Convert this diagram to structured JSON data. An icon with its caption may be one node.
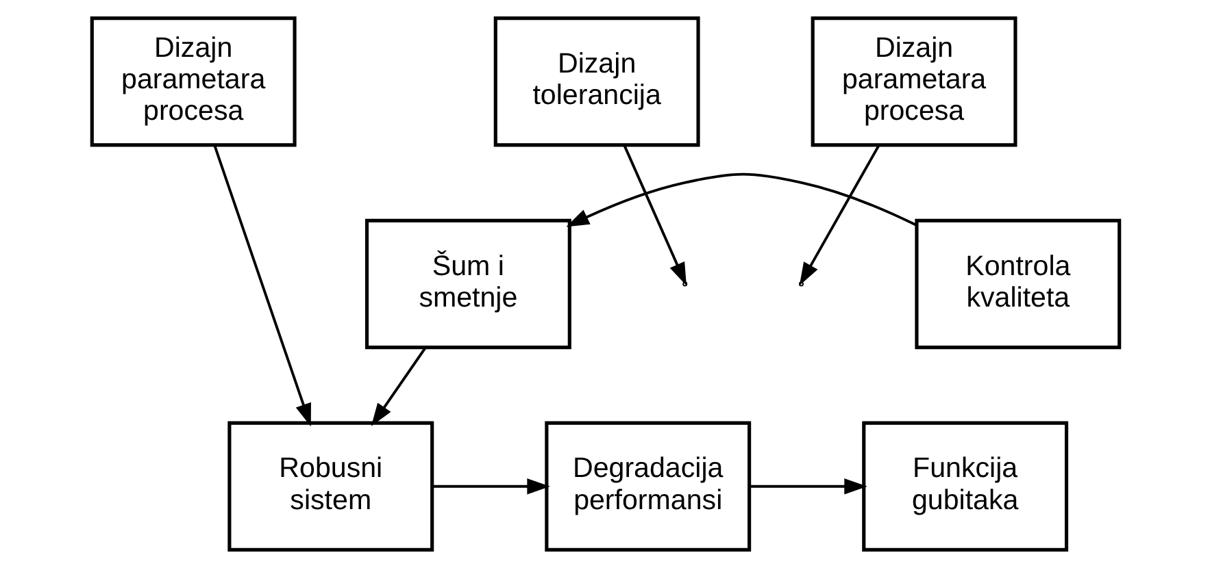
{
  "diagram": {
    "nodes": [
      {
        "text": [
          "Dizajn parametara procesa"
        ]
      },
      {
        "text": [
          "Dizajn tolerancija"
        ]
      },
      {
        "text": [
          "Dizajn parametara procesa"
        ]
      },
      {
        "text": [
          "Šum i smetnje"
        ]
      },
      {
        "text": [
          "Kontrola kvaliteta"
        ]
      },
      {
        "text": [
          "Robusni sistem"
        ]
      },
      {
        "text": [
          "Degradacija performansi"
        ]
      },
      {
        "text": [
          "Funkcija gubitaka"
        ]
      }
    ],
    "edges": [
      {
        "from": 0,
        "to": 5,
        "arrow": "to"
      },
      {
        "from": 1,
        "to": null,
        "arrow": "to"
      },
      {
        "from": 2,
        "to": null,
        "arrow": "to"
      },
      {
        "from": 4,
        "to": 3,
        "arrow": "to"
      },
      {
        "from": 3,
        "to": 5,
        "arrow": "to"
      },
      {
        "from": 5,
        "to": 6,
        "arrow": "to"
      },
      {
        "from": 6,
        "to": 7,
        "arrow": "to"
      }
    ]
  }
}
